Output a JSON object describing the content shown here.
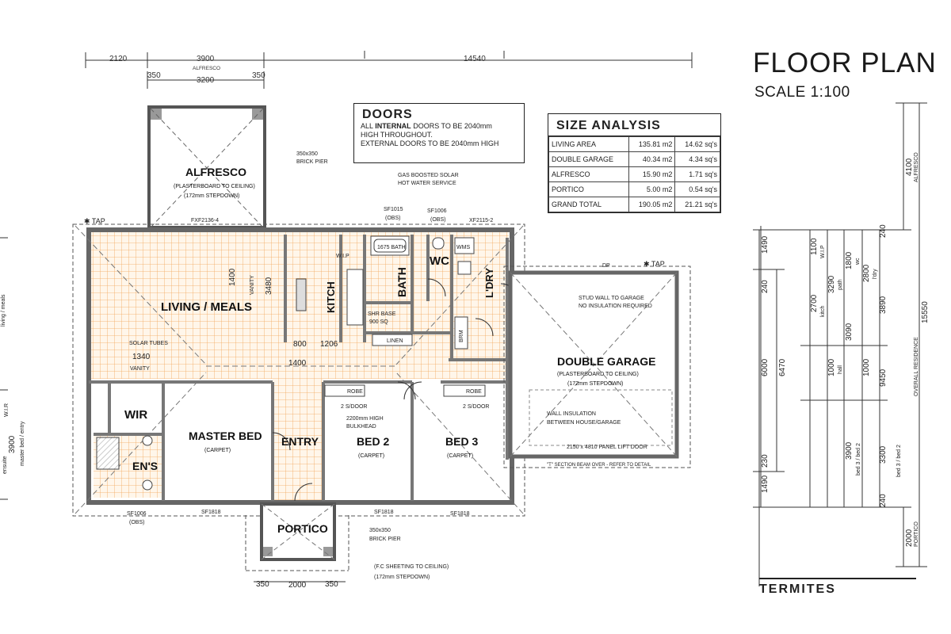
{
  "title": "FLOOR PLAN",
  "scale": "SCALE 1:100",
  "doors": {
    "heading": "DOORS",
    "line1_prefix": "ALL ",
    "line1_bold": "INTERNAL",
    "line1_suffix": " DOORS TO BE 2040mm",
    "line2": "HIGH THROUGHOUT.",
    "line3": "EXTERNAL DOORS TO BE 2040mm HIGH"
  },
  "size_analysis": {
    "heading": "SIZE ANALYSIS",
    "rows": [
      {
        "label": "LIVING AREA",
        "m2": "135.81 m2",
        "sq": "14.62 sq's"
      },
      {
        "label": "DOUBLE GARAGE",
        "m2": "40.34 m2",
        "sq": "4.34 sq's"
      },
      {
        "label": "ALFRESCO",
        "m2": "15.90 m2",
        "sq": "1.71 sq's"
      },
      {
        "label": "PORTICO",
        "m2": "5.00 m2",
        "sq": "0.54 sq's"
      },
      {
        "label": "GRAND TOTAL",
        "m2": "190.05 m2",
        "sq": "21.21 sq's"
      }
    ]
  },
  "termites": "TERMITES",
  "dims": {
    "top_2120": "2120",
    "top_3900": "3900",
    "top_alfresco": "ALFRESCO",
    "top_14540": "14540",
    "top_350a": "350",
    "top_3200": "3200",
    "top_350b": "350",
    "bot_350a": "350",
    "bot_2000": "2000",
    "bot_350b": "350"
  },
  "rooms": {
    "alfresco": "ALFRESCO",
    "alfresco_sub1": "(PLASTERBOARD TO CEILING)",
    "alfresco_sub2": "(172mm STEPDOWN)",
    "living": "LIVING / MEALS",
    "kitch": "KITCH",
    "bath": "BATH",
    "wc": "WC",
    "ldry": "L'DRY",
    "garage": "DOUBLE GARAGE",
    "garage_sub1": "(PLASTERBOARD TO CEILING)",
    "garage_sub2": "(172mm STEPDOWN)",
    "wir": "WIR",
    "ens": "EN'S",
    "master": "MASTER BED",
    "master_sub": "(CARPET)",
    "entry": "ENTRY",
    "bed2": "BED 2",
    "bed2_sub": "(CARPET)",
    "bed3": "BED 3",
    "bed3_sub": "(CARPET)",
    "portico": "PORTICO"
  },
  "notes": {
    "pier_top": "350x350",
    "pier_top2": "BRICK PIER",
    "gas1": "GAS BOOSTED SOLAR",
    "gas2": "HOT WATER SERVICE",
    "sf1015": "SF1015",
    "obs1": "(OBS)",
    "sf1006": "SF1006",
    "obs2": "(OBS)",
    "xf2115": "XF2115-2",
    "fxf": "FXF2136-4",
    "tap1": "✱ TAP",
    "tap2": "✱ TAP",
    "dp": "DP",
    "stud1": "STUD WALL TO GARAGE",
    "stud2": "NO INSULATION REQUIRED",
    "wallins1": "WALL INSULATION",
    "wallins2": "BETWEEN HOUSE/GARAGE",
    "liftdoor": "2150 x 4810 PANEL LIFT DOOR",
    "beam": "\"T\" SECTION BEAM OVER - REFER TO DETAIL",
    "bulk1": "2200mm HIGH",
    "bulk2": "BULKHEAD",
    "pier_bot": "350x350",
    "pier_bot2": "BRICK PIER",
    "fc1": "(F.C SHEETING TO CEILING)",
    "fc2": "(172mm STEPDOWN)",
    "sf1818a": "SF1818",
    "sf1818b": "SF1818",
    "sf1818c": "SF1818",
    "sf1006b": "SF1006",
    "obs3": "(OBS)",
    "robe1": "ROBE",
    "robe2": "ROBE",
    "sdoor1": "2 S/DOOR",
    "sdoor2": "2 S/DOOR",
    "linen": "LINEN",
    "vanity1": "VANITY",
    "vanity2": "VANITY",
    "solar": "SOLAR TUBES",
    "wip": "W.I.P",
    "bath1675": "1675 BATH",
    "shr": "SHR BASE",
    "shr2": "900 SQ",
    "d1400": "1400",
    "d3480": "3480",
    "d800": "800",
    "d1206": "1206",
    "d1400b": "1400",
    "d1340": "1340",
    "wms": "WMS",
    "brm": "BRM"
  },
  "right_dims": {
    "r1490a": "1490",
    "r240a": "240",
    "r6000": "6000",
    "r6470": "6470",
    "r230": "230",
    "r1490b": "1490",
    "r4100": "4100",
    "ralf": "ALFRESCO",
    "r15550": "15550",
    "roverall": "OVERALL RESIDENCE",
    "r2000": "2000",
    "rportico": "PORTICO",
    "r240b": "240",
    "r240c": "240",
    "r3900": "3900",
    "rbed2": "bed 3 / bed 2",
    "r3300": "3300",
    "rbed3": "bed 3 / bed 2",
    "r9450": "9450",
    "rhall": "hall",
    "r1000a": "1000",
    "r1000b": "1000",
    "r2700": "2700",
    "rkitch": "kitch",
    "r3290": "3290",
    "rpath": "path",
    "r1800": "1800",
    "rwc": "wc",
    "r2800": "2800",
    "rldry": "l'dry",
    "r3890": "3890",
    "r3090": "3090",
    "rwip": "W.I.P",
    "r1100": "1100",
    "l3900": "3900",
    "lmaster": "master bed / entry",
    "lensuite": "ensuite",
    "lliving": "living / meals",
    "lwir": "W.I.R"
  },
  "colors": {
    "grid": "#f2a65a",
    "wall": "#777777",
    "ink": "#222222"
  }
}
